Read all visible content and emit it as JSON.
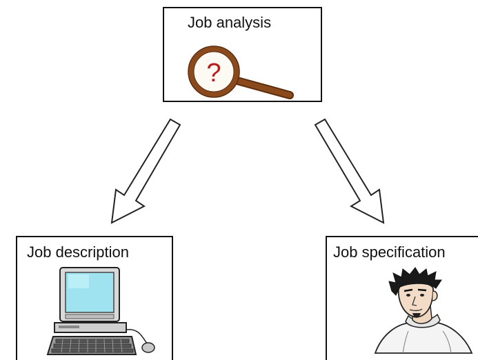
{
  "nodes": {
    "analysis": {
      "label": "Job analysis",
      "icon": "magnifying-glass-question-icon"
    },
    "description": {
      "label": "Job description",
      "icon": "computer-icon"
    },
    "specification": {
      "label": "Job specification",
      "icon": "person-icon"
    }
  },
  "question_mark": "?",
  "edges": [
    {
      "from": "analysis",
      "to": "description",
      "style": "hollow-arrow"
    },
    {
      "from": "analysis",
      "to": "specification",
      "style": "hollow-arrow"
    }
  ],
  "colors": {
    "border": "#111111",
    "lens_ring": "#8b4a1c",
    "question_mark": "#b81c1c",
    "screen": "#9fe3f0"
  }
}
